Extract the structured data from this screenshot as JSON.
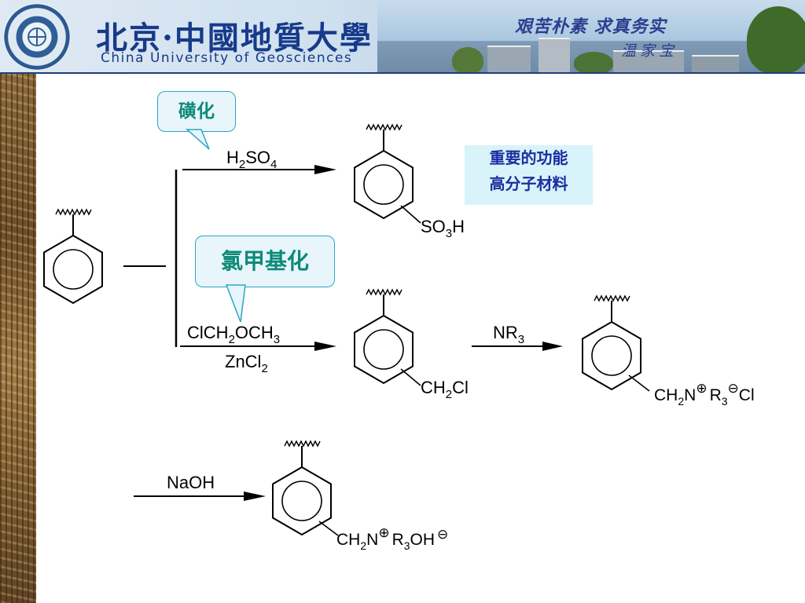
{
  "banner": {
    "title_cn": "北京·中國地質大學",
    "title_en": "China University of Geosciences",
    "motto": "艰苦朴素 求真务实",
    "motto_author": "温家宝",
    "logo": "university-seal-logo"
  },
  "callouts": {
    "sulfonation": "磺化",
    "chloromethylation": "氯甲基化"
  },
  "note": {
    "line1": "重要的功能",
    "line2": "高分子材料"
  },
  "reagents": {
    "sulfuric_acid": {
      "a": "H",
      "a_sub": "2",
      "b": "SO",
      "b_sub": "4"
    },
    "chloromethyl_ether": {
      "a": "ClCH",
      "a_sub": "2",
      "b": "OCH",
      "b_sub": "3"
    },
    "zinc_chloride": {
      "a": "ZnCl",
      "a_sub": "2"
    },
    "amine": {
      "a": "NR",
      "a_sub": "3"
    },
    "base": "NaOH"
  },
  "substituents": {
    "sulfonic": {
      "a": "SO",
      "a_sub": "3",
      "b": "H"
    },
    "chloromethyl": {
      "a": "CH",
      "a_sub": "2",
      "b": "Cl"
    },
    "ammonium_chloride": {
      "a": "CH",
      "a_sub": "2",
      "b": "N",
      "plus": "⊕",
      "c": "R",
      "c_sub": "3",
      "minus": "⊖",
      "d": "Cl"
    },
    "ammonium_hydroxide": {
      "a": "CH",
      "a_sub": "2",
      "b": "N",
      "plus": "⊕",
      "c": "R",
      "c_sub": "3",
      "d": "OH",
      "minus": "⊖"
    }
  }
}
